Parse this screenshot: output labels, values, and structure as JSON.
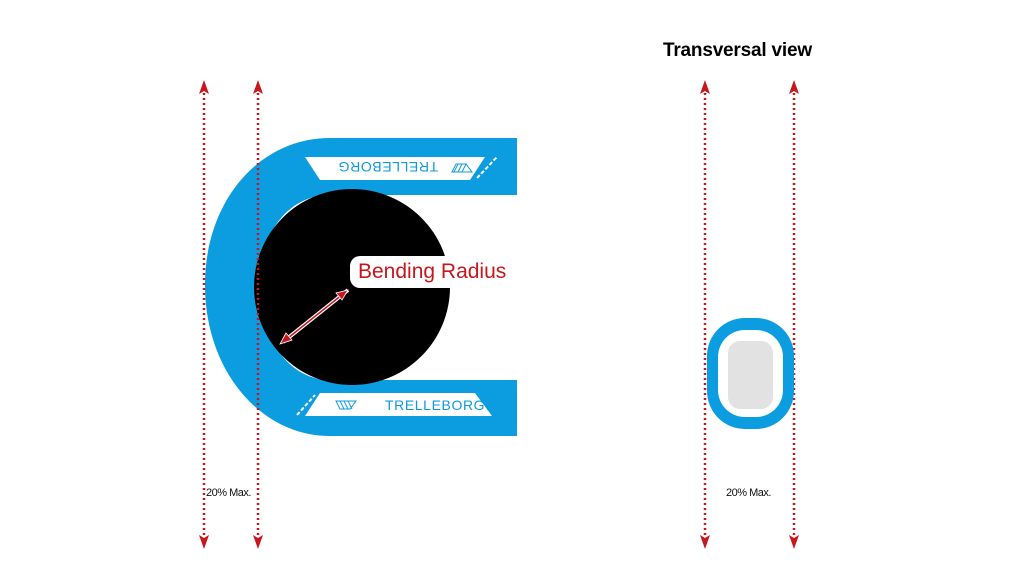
{
  "title": "Transversal view",
  "side_view": {
    "label": "Bending Radius",
    "max_label": "20% Max.",
    "brand_top": "TRELLEBORG",
    "brand_bottom": "TRELLEBORG",
    "hose_color": "#0b9ddf",
    "core_color": "#000000"
  },
  "transversal_view": {
    "max_label": "20% Max.",
    "hose_color": "#0b9ddf",
    "inner_color": "#e2e2e2"
  },
  "colors": {
    "dimension_line": "#c8161d",
    "label_text": "#c8161d"
  }
}
